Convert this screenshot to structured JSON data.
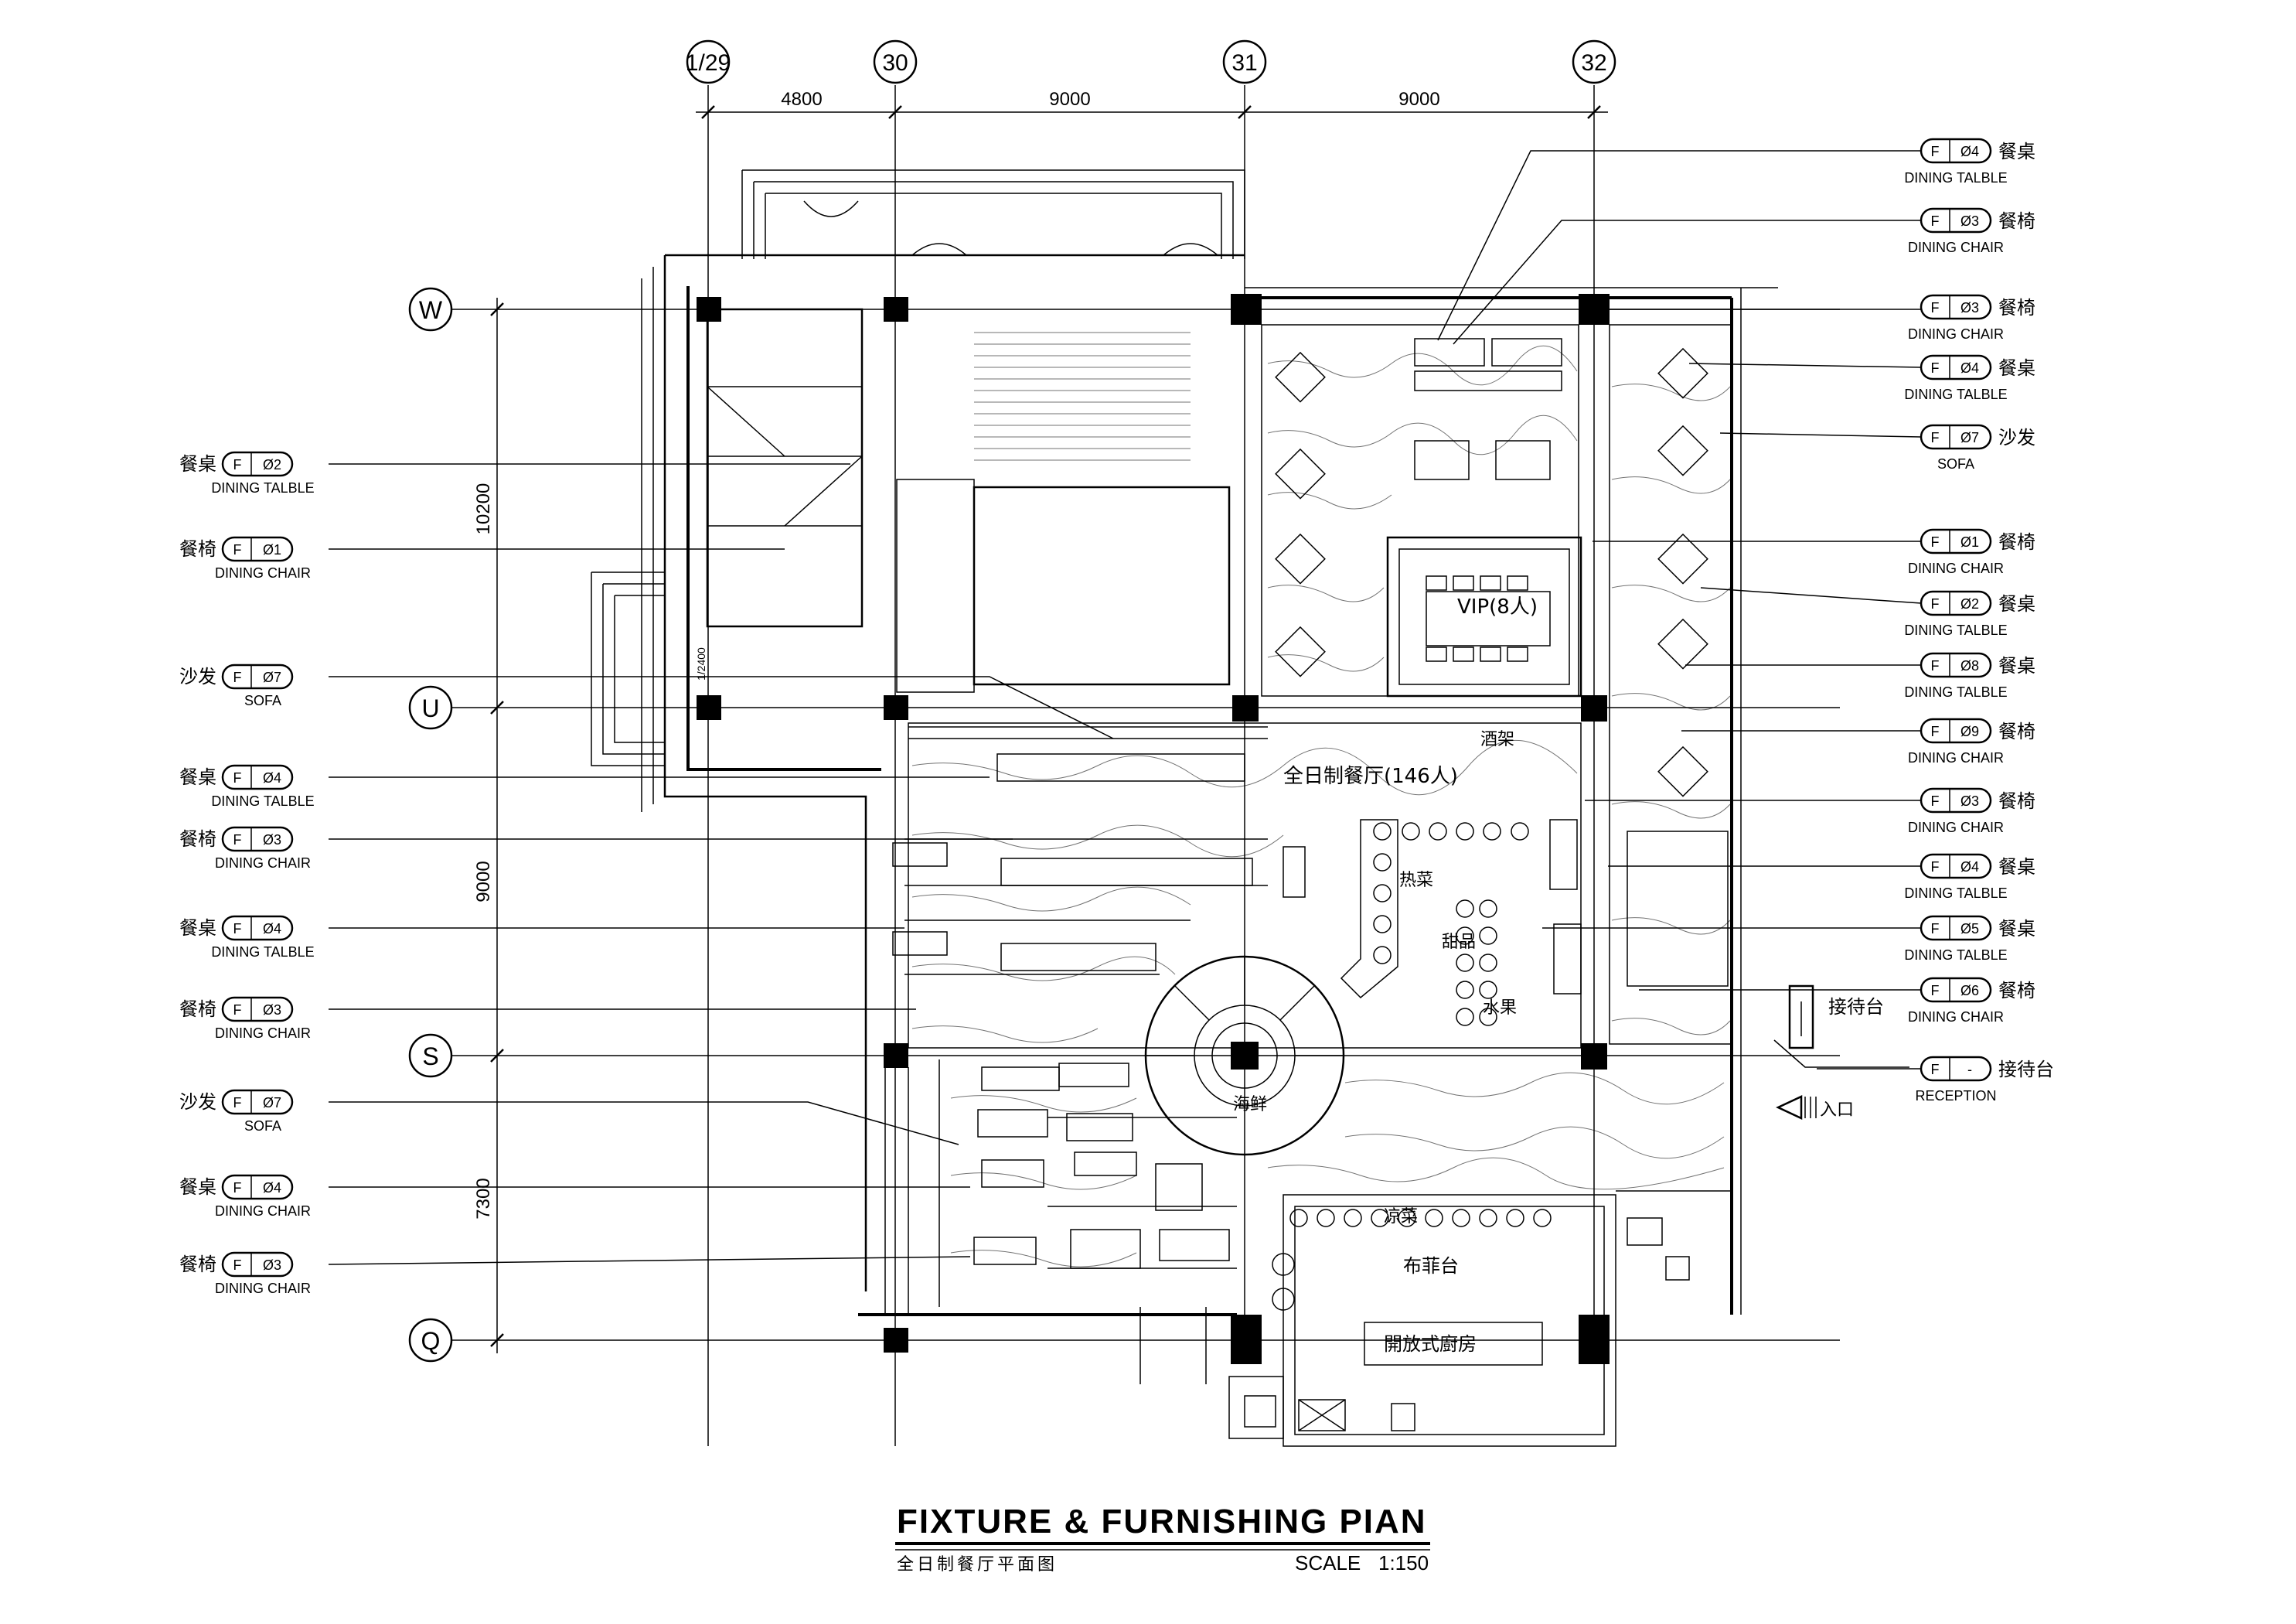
{
  "grid": {
    "columns": [
      "1/29",
      "30",
      "31",
      "32"
    ],
    "rows": [
      "W",
      "U",
      "S",
      "Q"
    ],
    "col_dims": [
      "4800",
      "9000",
      "9000"
    ],
    "row_dims": [
      "10200",
      "9000",
      "7300"
    ]
  },
  "callouts_right": [
    {
      "code": "F",
      "num": "Ø4",
      "cn": "餐桌",
      "en": "DINING TALBLE"
    },
    {
      "code": "F",
      "num": "Ø3",
      "cn": "餐椅",
      "en": "DINING CHAIR"
    },
    {
      "code": "F",
      "num": "Ø3",
      "cn": "餐椅",
      "en": "DINING CHAIR"
    },
    {
      "code": "F",
      "num": "Ø4",
      "cn": "餐桌",
      "en": "DINING TALBLE"
    },
    {
      "code": "F",
      "num": "Ø7",
      "cn": "沙发",
      "en": "SOFA"
    },
    {
      "code": "F",
      "num": "Ø1",
      "cn": "餐椅",
      "en": "DINING CHAIR"
    },
    {
      "code": "F",
      "num": "Ø2",
      "cn": "餐桌",
      "en": "DINING TALBLE"
    },
    {
      "code": "F",
      "num": "Ø8",
      "cn": "餐桌",
      "en": "DINING TALBLE"
    },
    {
      "code": "F",
      "num": "Ø9",
      "cn": "餐椅",
      "en": "DINING CHAIR"
    },
    {
      "code": "F",
      "num": "Ø3",
      "cn": "餐椅",
      "en": "DINING CHAIR"
    },
    {
      "code": "F",
      "num": "Ø4",
      "cn": "餐桌",
      "en": "DINING TALBLE"
    },
    {
      "code": "F",
      "num": "Ø5",
      "cn": "餐桌",
      "en": "DINING TALBLE"
    },
    {
      "code": "F",
      "num": "Ø6",
      "cn": "餐椅",
      "en": "DINING CHAIR"
    },
    {
      "code": "F",
      "num": "-",
      "cn": "接待台",
      "en": "RECEPTION"
    }
  ],
  "callouts_left": [
    {
      "code": "F",
      "num": "Ø2",
      "cn": "餐桌",
      "en": "DINING TALBLE"
    },
    {
      "code": "F",
      "num": "Ø1",
      "cn": "餐椅",
      "en": "DINING CHAIR"
    },
    {
      "code": "F",
      "num": "Ø7",
      "cn": "沙发",
      "en": "SOFA"
    },
    {
      "code": "F",
      "num": "Ø4",
      "cn": "餐桌",
      "en": "DINING TALBLE"
    },
    {
      "code": "F",
      "num": "Ø3",
      "cn": "餐椅",
      "en": "DINING CHAIR"
    },
    {
      "code": "F",
      "num": "Ø4",
      "cn": "餐桌",
      "en": "DINING TALBLE"
    },
    {
      "code": "F",
      "num": "Ø3",
      "cn": "餐椅",
      "en": "DINING CHAIR"
    },
    {
      "code": "F",
      "num": "Ø7",
      "cn": "沙发",
      "en": "SOFA"
    },
    {
      "code": "F",
      "num": "Ø4",
      "cn": "餐桌",
      "en": "DINING CHAIR"
    },
    {
      "code": "F",
      "num": "Ø3",
      "cn": "餐椅",
      "en": "DINING CHAIR"
    }
  ],
  "rooms": {
    "allday": "全日制餐厅(146人)",
    "vip": "VIP(8人)",
    "bar": "酒架",
    "hot": "热菜",
    "dessert": "甜品",
    "fruit": "水果",
    "seafood": "海鲜",
    "cold": "凉菜",
    "buffet": "布菲台",
    "kitchen": "開放式廚房",
    "reception": "接待台",
    "entrance": "入口",
    "stair_note": "1/2400"
  },
  "title": {
    "main": "FIXTURE & FURNISHING PIAN",
    "sub": "全日制餐厅平面图",
    "scale_label": "SCALE",
    "scale_value": "1:150"
  }
}
